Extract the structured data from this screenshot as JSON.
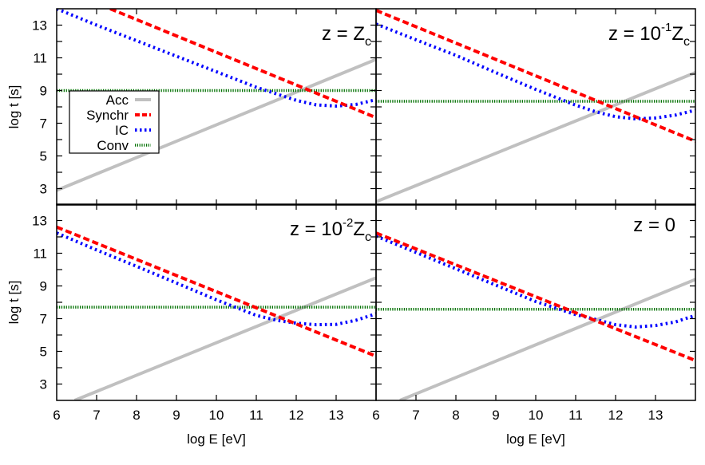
{
  "figure": {
    "ylabel": "log t [s]",
    "xlabel": "log E [eV]",
    "xtick_labels": [
      "6",
      "7",
      "8",
      "9",
      "10",
      "11",
      "12",
      "13"
    ],
    "ytick_labels": [
      "3",
      "5",
      "7",
      "9",
      "11",
      "13"
    ],
    "legend": {
      "items": [
        {
          "label": "Acc",
          "color": "#c0c0c0",
          "style": "solid"
        },
        {
          "label": "Synchr",
          "color": "#ff0000",
          "style": "dashed"
        },
        {
          "label": "IC",
          "color": "#0000ff",
          "style": "dotted"
        },
        {
          "label": "Conv",
          "color": "#007000",
          "style": "dense-dotted"
        }
      ]
    },
    "panels": [
      {
        "id": "tl",
        "label_main": "z = Z",
        "label_sup": "",
        "label_pre_sup": "",
        "label_sub": "c"
      },
      {
        "id": "tr",
        "label_main": "z = 10",
        "label_sup": "-1",
        "label_after": "Z",
        "label_sub": "c"
      },
      {
        "id": "bl",
        "label_main": "z = 10",
        "label_sup": "-2",
        "label_after": "Z",
        "label_sub": "c"
      },
      {
        "id": "br",
        "label_main": "z = 0",
        "label_sup": "",
        "label_after": "",
        "label_sub": ""
      }
    ]
  },
  "chart_data": [
    {
      "type": "line",
      "title": "z = Z_c",
      "xlabel": "",
      "ylabel": "log t [s]",
      "xlim": [
        6,
        14
      ],
      "ylim": [
        2,
        14
      ],
      "legend_position": "upper-left-middle",
      "series": [
        {
          "name": "Acc",
          "points": [
            [
              6,
              2.9
            ],
            [
              14,
              10.9
            ]
          ]
        },
        {
          "name": "Synchr",
          "points": [
            [
              7.34,
              14.0
            ],
            [
              14,
              7.34
            ]
          ]
        },
        {
          "name": "IC",
          "points": [
            [
              6,
              14.0
            ],
            [
              7,
              13.0
            ],
            [
              8,
              12.05
            ],
            [
              9,
              11.1
            ],
            [
              10,
              10.15
            ],
            [
              11,
              9.2
            ],
            [
              11.5,
              8.8
            ],
            [
              12,
              8.4
            ],
            [
              12.5,
              8.12
            ],
            [
              13,
              8.05
            ],
            [
              13.5,
              8.15
            ],
            [
              14,
              8.44
            ]
          ]
        },
        {
          "name": "Conv",
          "points": [
            [
              6,
              9.0
            ],
            [
              14,
              9.0
            ]
          ]
        }
      ]
    },
    {
      "type": "line",
      "title": "z = 10^-1 Z_c",
      "xlabel": "",
      "ylabel": "",
      "xlim": [
        6,
        14
      ],
      "ylim": [
        2,
        14
      ],
      "series": [
        {
          "name": "Acc",
          "points": [
            [
              6,
              2.2
            ],
            [
              14,
              10.1
            ]
          ]
        },
        {
          "name": "Synchr",
          "points": [
            [
              6,
              13.9
            ],
            [
              14,
              5.9
            ]
          ]
        },
        {
          "name": "IC",
          "points": [
            [
              6,
              13.07
            ],
            [
              7,
              12.1
            ],
            [
              8,
              11.15
            ],
            [
              9,
              10.1
            ],
            [
              10,
              9.07
            ],
            [
              11,
              8.1
            ],
            [
              11.5,
              7.7
            ],
            [
              12,
              7.4
            ],
            [
              12.5,
              7.27
            ],
            [
              13,
              7.32
            ],
            [
              13.5,
              7.5
            ],
            [
              14,
              7.8
            ]
          ]
        },
        {
          "name": "Conv",
          "points": [
            [
              6,
              8.34
            ],
            [
              14,
              8.34
            ]
          ]
        }
      ]
    },
    {
      "type": "line",
      "title": "z = 10^-2 Z_c",
      "xlabel": "log E [eV]",
      "ylabel": "log t [s]",
      "xlim": [
        6,
        14
      ],
      "ylim": [
        2,
        14
      ],
      "series": [
        {
          "name": "Acc",
          "points": [
            [
              6.45,
              2.0
            ],
            [
              14,
              9.5
            ]
          ]
        },
        {
          "name": "Synchr",
          "points": [
            [
              6,
              12.6
            ],
            [
              14,
              4.7
            ]
          ]
        },
        {
          "name": "IC",
          "points": [
            [
              6,
              12.24
            ],
            [
              7,
              11.2
            ],
            [
              8,
              10.2
            ],
            [
              9,
              9.18
            ],
            [
              10,
              8.15
            ],
            [
              11,
              7.2
            ],
            [
              11.5,
              6.9
            ],
            [
              12,
              6.72
            ],
            [
              12.5,
              6.63
            ],
            [
              13,
              6.65
            ],
            [
              13.5,
              6.9
            ],
            [
              14,
              7.3
            ]
          ]
        },
        {
          "name": "Conv",
          "points": [
            [
              6,
              7.7
            ],
            [
              14,
              7.7
            ]
          ]
        }
      ]
    },
    {
      "type": "line",
      "title": "z = 0",
      "xlabel": "log E [eV]",
      "ylabel": "",
      "xlim": [
        6,
        14
      ],
      "ylim": [
        2,
        14
      ],
      "series": [
        {
          "name": "Acc",
          "points": [
            [
              6.6,
              2.0
            ],
            [
              14,
              9.4
            ]
          ]
        },
        {
          "name": "Synchr",
          "points": [
            [
              6,
              12.24
            ],
            [
              14,
              4.44
            ]
          ]
        },
        {
          "name": "IC",
          "points": [
            [
              6,
              12.05
            ],
            [
              7,
              11.05
            ],
            [
              8,
              10.05
            ],
            [
              9,
              9.05
            ],
            [
              10,
              8.05
            ],
            [
              11,
              7.25
            ],
            [
              11.5,
              6.95
            ],
            [
              12,
              6.63
            ],
            [
              12.5,
              6.49
            ],
            [
              13,
              6.58
            ],
            [
              13.5,
              6.8
            ],
            [
              14,
              7.2
            ]
          ]
        },
        {
          "name": "Conv",
          "points": [
            [
              6,
              7.57
            ],
            [
              14,
              7.57
            ]
          ]
        }
      ]
    }
  ]
}
